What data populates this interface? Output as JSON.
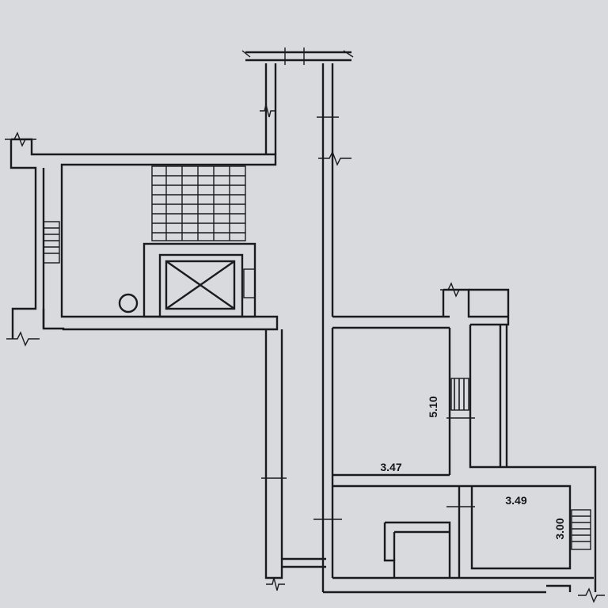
{
  "diagram": {
    "type": "floor-plan",
    "background": "#d9dade",
    "line_color": "#1a1a1f",
    "dimensions": {
      "room_height": "5.10",
      "room_width": "3.47",
      "small_room_width": "3.49",
      "small_room_height": "3.00"
    }
  }
}
